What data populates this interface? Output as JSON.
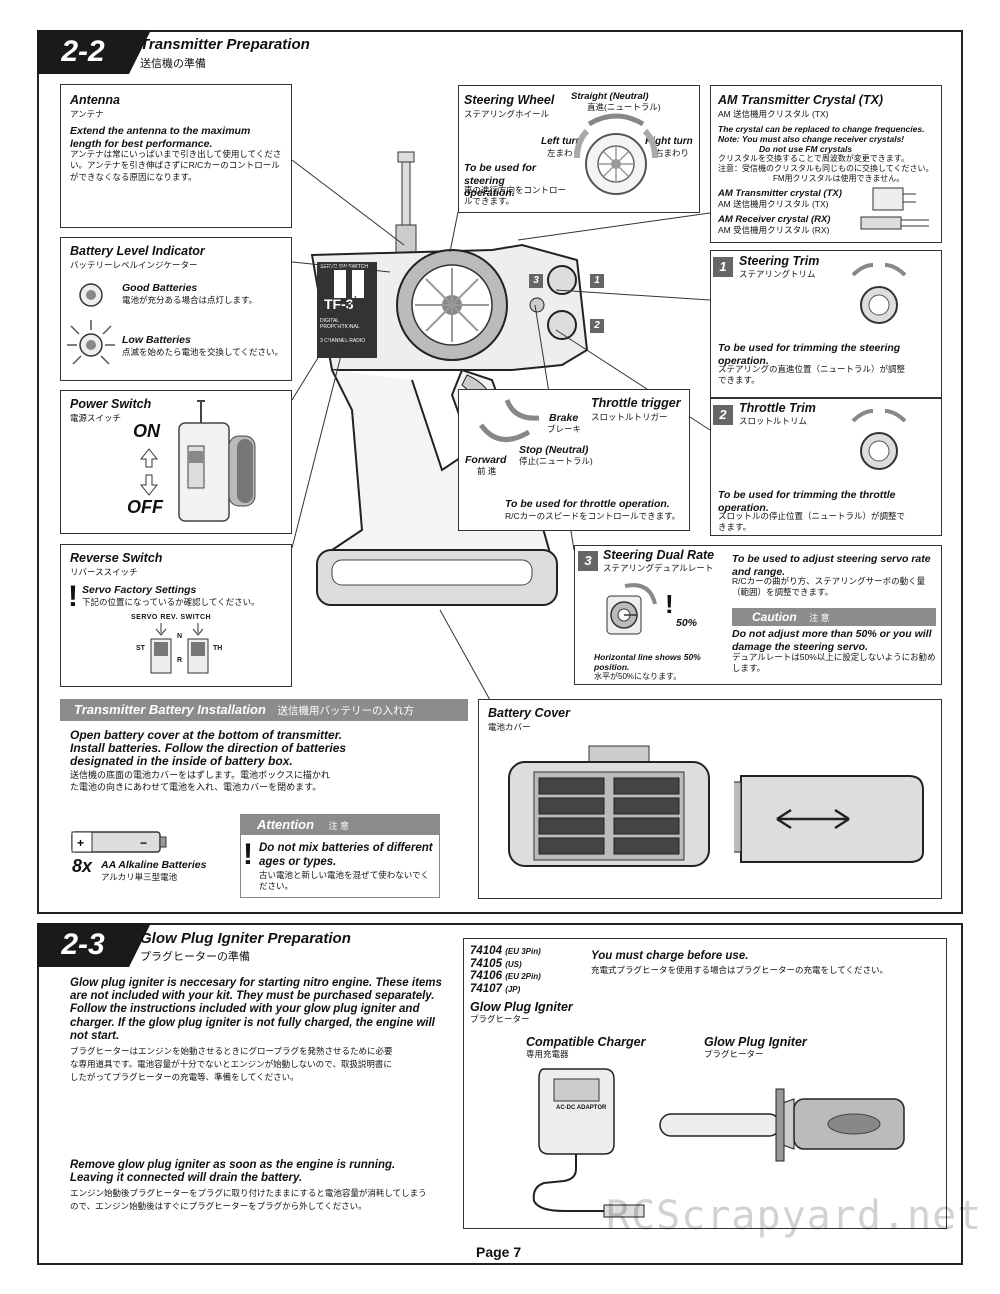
{
  "s22": {
    "num": "2-2",
    "title": "Transmitter Preparation",
    "sub": "送信機の準備",
    "antenna": {
      "title": "Antenna",
      "sub": "アンテナ",
      "bold": "Extend the antenna to the maximum length for best performance.",
      "jp": "アンテナは常にいっぱいまで引き出して使用してください。アンテナを引き伸ばさずにR/Cカーのコントロールができなくなる原因になります。"
    },
    "steering_wheel": {
      "title": "Steering Wheel",
      "sub": "ステアリングホイール",
      "straight": "Straight (Neutral)",
      "straight_jp": "直進(ニュートラル)",
      "left": "Left turn",
      "left_jp": "左まわり",
      "right": "Right turn",
      "right_jp": "右まわり",
      "use": "To be used for steering operation.",
      "use_jp": "車の進行方向をコントロールできます。"
    },
    "crystal": {
      "title": "AM Transmitter Crystal (TX)",
      "sub": "AM 送信機用クリスタル (TX)",
      "note1": "The crystal can be replaced to change frequencies.",
      "note2": "Note: You must also change receiver crystals!",
      "note3": "Do not use FM crystals",
      "jp1": "クリスタルを交換することで周波数が変更できます。",
      "jp2": "注意：受信機のクリスタルも同じものに交換してください。",
      "jp3": "FM用クリスタルは使用できません。",
      "tx": "AM Transmitter crystal (TX)",
      "tx_jp": "AM 送信機用クリスタル (TX)",
      "rx": "AM Receiver crystal (RX)",
      "rx_jp": "AM 受信機用クリスタル (RX)"
    },
    "battery_level": {
      "title": "Battery Level Indicator",
      "sub": "バッテリーレベルインジケーター",
      "good": "Good Batteries",
      "good_jp": "電池が充分ある場合は点灯します。",
      "low": "Low Batteries",
      "low_jp": "点滅を始めたら電池を交換してください。"
    },
    "power": {
      "title": "Power Switch",
      "sub": "電源スイッチ",
      "on": "ON",
      "off": "OFF"
    },
    "reverse": {
      "title": "Reverse Switch",
      "sub": "リバーススイッチ",
      "factory": "Servo Factory Settings",
      "factory_jp": "下記の位置になっているか確認してください。",
      "sw_label": "SERVO REV. SWITCH",
      "st": "ST",
      "th": "TH",
      "n": "N",
      "r": "R"
    },
    "throttle": {
      "title": "Throttle trigger",
      "sub": "スロットルトリガー",
      "brake": "Brake",
      "brake_jp": "ブレーキ",
      "stop": "Stop (Neutral)",
      "stop_jp": "停止(ニュートラル)",
      "forward": "Forward",
      "forward_jp": "前 進",
      "use": "To be used for throttle operation.",
      "use_jp": "R/Cカーのスピードをコントロールできます。"
    },
    "steering_trim": {
      "num": "1",
      "title": "Steering Trim",
      "sub": "ステアリングトリム",
      "use": "To be used for trimming the steering operation.",
      "use_jp": "ステアリングの直進位置（ニュートラル）が調整できます。"
    },
    "throttle_trim": {
      "num": "2",
      "title": "Throttle Trim",
      "sub": "スロットルトリム",
      "use": "To be used for trimming the throttle operation.",
      "use_jp": "スロットルの停止位置（ニュートラル）が調整できます。"
    },
    "dual_rate": {
      "num": "3",
      "title": "Steering Dual Rate",
      "sub": "ステアリングデュアルレート",
      "pct": "50%",
      "horiz": "Horizontal line shows 50% position.",
      "horiz_jp": "水平が50%になります。",
      "use": "To be used to adjust steering servo rate and range.",
      "use_jp": "R/Cカーの曲がり方、ステアリングサーボの動く量（範囲）を調整できます。",
      "caution": "Caution",
      "caution_jp": "注 意",
      "caution_text": "Do not adjust more than 50% or you will damage the steering servo.",
      "caution_text_jp": "デュアルレートは50%以上に設定しないようにお勧めします。"
    },
    "tx_labels": {
      "servo_switch": "SERVO SW SWITCH",
      "brand": "TF-3",
      "digital": "DIGITAL PROPORTIONAL",
      "channel": "3 CHANNEL RADIO",
      "c1": "1",
      "c2": "2",
      "c3": "3"
    },
    "battery_install": {
      "head": "Transmitter Battery Installation",
      "head_jp": "送信機用バッテリーの入れ方",
      "bold": "Open battery cover at the bottom of transmitter. Install batteries. Follow the direction of batteries designated in the inside of battery box.",
      "jp": "送信機の底面の電池カバーをはずします。電池ボックスに描かれた電池の向きにあわせて電池を入れ、電池カバーを閉めます。",
      "qty": "8x",
      "aa": "AA Alkaline Batteries",
      "aa_jp": "アルカリ単三型電池",
      "attention": "Attention",
      "attention_jp": "注 意",
      "att_text": "Do not mix batteries of different ages or types.",
      "att_jp": "古い電池と新しい電池を混ぜて使わないでください。"
    },
    "battery_cover": {
      "title": "Battery Cover",
      "sub": "電池カバー"
    }
  },
  "s23": {
    "num": "2-3",
    "title": "Glow Plug Igniter Preparation",
    "sub": "プラグヒーターの準備",
    "intro": "Glow plug igniter is neccesary for starting nitro engine. These items are not included with your kit. They must be purchased separately. Follow the instructions included with your glow plug igniter and charger. If the glow plug igniter is not fully charged, the engine will not start.",
    "intro_jp": "プラグヒーターはエンジンを始動させるときにグロープラグを発熱させるために必要な専用道具です。電池容量が十分でないとエンジンが始動しないので、取扱説明書にしたがってプラグヒーターの充電等、準備をしてください。",
    "remove": "Remove glow plug igniter as soon as the engine is running. Leaving it connected will drain the battery.",
    "remove_jp": "エンジン始動後プラグヒーターをプラグに取り付けたままにすると電池容量が消耗してしまうので、エンジン始動後はすぐにプラグヒーターをプラグから外してください。",
    "parts": [
      {
        "code": "74104",
        "note": "(EU 3Pin)"
      },
      {
        "code": "74105",
        "note": "(US)"
      },
      {
        "code": "74106",
        "note": "(EU 2Pin)"
      },
      {
        "code": "74107",
        "note": "(JP)"
      }
    ],
    "igniter_name": "Glow Plug Igniter",
    "igniter_jp": "プラグヒーター",
    "charge": "You must charge before use.",
    "charge_jp": "充電式プラグヒータを使用する場合はプラグヒーターの充電をしてください。",
    "charger": "Compatible Charger",
    "charger_jp": "専用充電器",
    "igniter2": "Glow Plug Igniter",
    "igniter2_jp": "プラグヒーター",
    "adaptor": "AC-DC ADAPTOR"
  },
  "page": "Page 7",
  "watermark": "RCScrapyard.net"
}
